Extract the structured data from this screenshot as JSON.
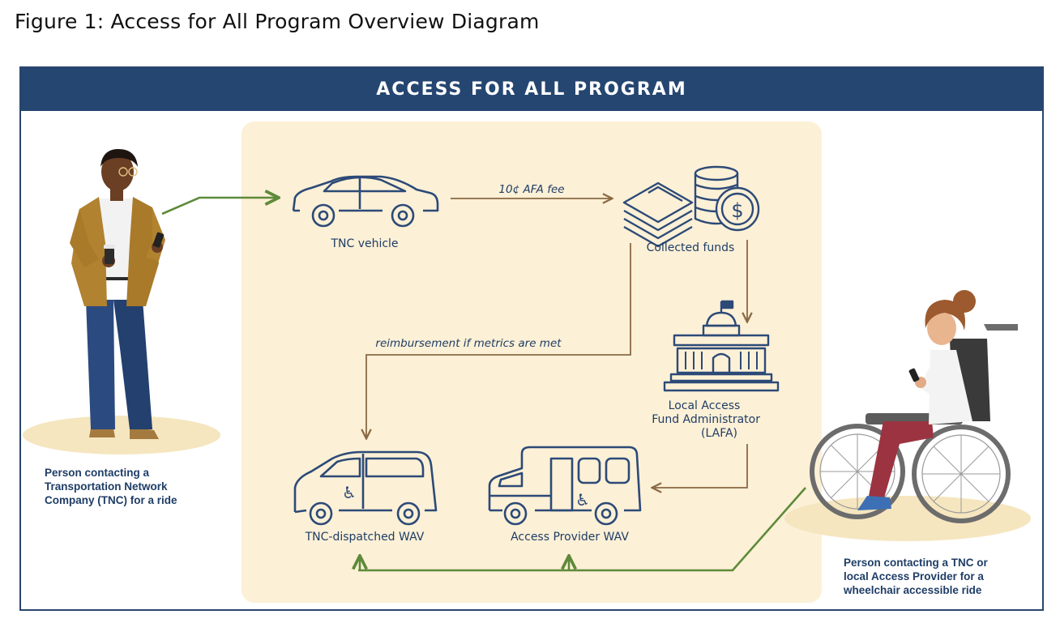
{
  "figure_title": "Figure 1: Access for All Program Overview Diagram",
  "banner_title": "ACCESS FOR ALL PROGRAM",
  "labels": {
    "tnc_vehicle": "TNC vehicle",
    "collected_funds": "Collected funds",
    "afa_fee": "10¢ AFA fee",
    "reimbursement": "reimbursement if metrics are met",
    "lafa_line1": "Local Access",
    "lafa_line2": "Fund Administrator",
    "lafa_line3": "(LAFA)",
    "tnc_wav": "TNC-dispatched WAV",
    "access_wav": "Access Provider WAV"
  },
  "people": {
    "left_line1": "Person contacting a",
    "left_line2": "Transportation Network",
    "left_line3": "Company (TNC) for a ride",
    "right_line1": "Person contacting a TNC or",
    "right_line2": "local Access Provider for a",
    "right_line3": "wheelchair accessible ride"
  },
  "colors": {
    "navy": "#254671",
    "panel": "#fcf0d6",
    "icon_blue": "#2c4a78",
    "brown_arrow": "#8a6a44",
    "green_arrow": "#5e8a3a",
    "shadow_beige": "#f5e6bf"
  }
}
